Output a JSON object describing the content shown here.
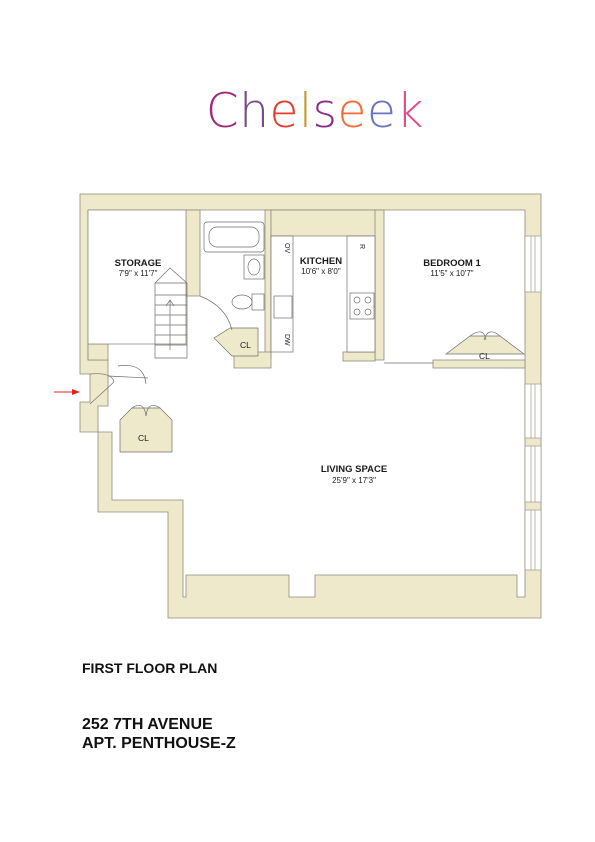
{
  "brand": {
    "letters": [
      "C",
      "h",
      "e",
      "l",
      "s",
      "e",
      "e",
      "k"
    ],
    "colors": [
      "#a2287a",
      "#7a4a86",
      "#e43c2a",
      "#c79a2a",
      "#8a2b8a",
      "#f06a3a",
      "#6a74c0",
      "#e24a8a"
    ]
  },
  "rooms": {
    "storage": {
      "name": "STORAGE",
      "dim": "7'9\" x 11'7\""
    },
    "kitchen": {
      "name": "KITCHEN",
      "dim": "10'6\" x 8'0\""
    },
    "bedroom": {
      "name": "BEDROOM 1",
      "dim": "11'5\" x 10'7\""
    },
    "living": {
      "name": "LIVING SPACE",
      "dim": "25'9\" x 17'3\""
    }
  },
  "labels": {
    "closet_bath": "CL",
    "closet_entry": "CL",
    "closet_bedroom": "CL",
    "oven": "OV",
    "dishwasher": "DW",
    "refrigerator": "R"
  },
  "captions": {
    "floor": "FIRST FLOOR PLAN",
    "address_line1": "252 7TH AVENUE",
    "address_line2": "APT. PENTHOUSE-Z"
  },
  "colors": {
    "wall_fill": "#efe9cc",
    "wall_stroke": "#8d8a7a",
    "entry_arrow": "#e0241b"
  }
}
